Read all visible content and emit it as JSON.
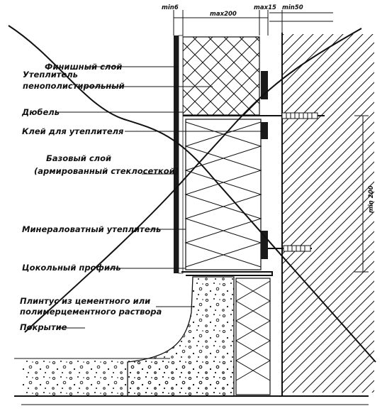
{
  "labels": {
    "finish": "Финишный слой",
    "insulation_eps_1": "Утеплитель",
    "insulation_eps_2": "пенополистирольный",
    "dowel": "Дюбель",
    "glue": "Клей для утеплителя",
    "base_1": "Базовый слой",
    "base_2": "(армированный стеклосеткой)",
    "mineral": "Минераловатный утеплитель",
    "plinth_profile": "Цокольный профиль",
    "plinth_1": "Плинтус из цементного или",
    "plinth_2": "полимерцементного раствора",
    "covering": "Покрытие"
  },
  "dimensions": {
    "min6": "min6",
    "max200": "max200",
    "max15": "max15",
    "min50": "min50",
    "min200": "min 200"
  },
  "colors": {
    "ink": "#111111",
    "background": "#ffffff"
  }
}
